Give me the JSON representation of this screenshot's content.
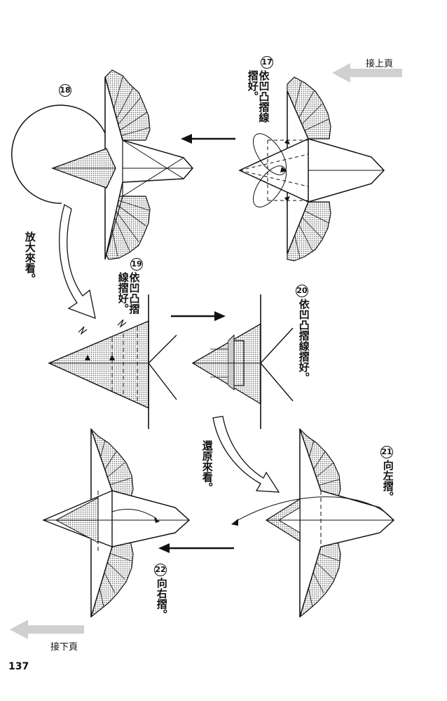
{
  "navigation": {
    "prev_label": "接上頁",
    "next_label": "接下頁"
  },
  "page_number": "137",
  "steps": [
    {
      "number": "17",
      "text": "依凹凸摺線摺好。"
    },
    {
      "number": "18",
      "text": ""
    },
    {
      "number": "19",
      "text": "依凹凸摺線摺好。"
    },
    {
      "number": "20",
      "text": "依凹凸摺線摺好。"
    },
    {
      "number": "21",
      "text": "向左摺。"
    },
    {
      "number": "22",
      "text": "向右摺。"
    }
  ],
  "notes": {
    "zoom_in": "放大來看。",
    "restore": "還原來看。"
  },
  "colors": {
    "ink": "#111111",
    "shade": "#b9b9b9",
    "arrow_gray": "#cfcfcf"
  }
}
